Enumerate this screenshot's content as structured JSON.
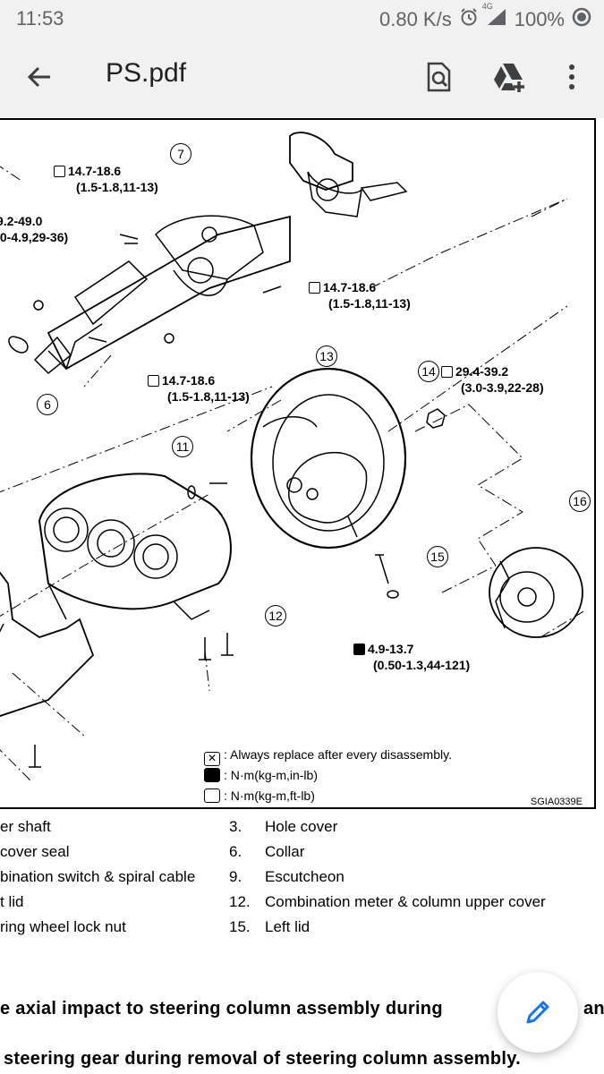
{
  "status": {
    "time": "11:53",
    "network_speed": "0.80 K/s",
    "network_type": "4G",
    "battery": "100%",
    "icons": [
      "alarm-icon",
      "signal-icon",
      "battery-icon"
    ]
  },
  "app_bar": {
    "title": "PS.pdf",
    "actions": [
      "search-document-icon",
      "drive-add-icon",
      "more-vertical-icon"
    ]
  },
  "figure": {
    "torques": [
      {
        "value": "14.7-18.6",
        "sub": "(1.5-1.8,11-13)",
        "kind": "ft-lb"
      },
      {
        "value": "9.2-49.0",
        "sub": ".0-4.9,29-36)",
        "kind": "ft-lb"
      },
      {
        "value": "14.7-18.6",
        "sub": "(1.5-1.8,11-13)",
        "kind": "ft-lb"
      },
      {
        "value": "14.7-18.6",
        "sub": "(1.5-1.8,11-13)",
        "kind": "ft-lb"
      },
      {
        "value": "29.4-39.2",
        "sub": "(3.0-3.9,22-28)",
        "kind": "ft-lb"
      },
      {
        "value": "4.9-13.7",
        "sub": "(0.50-1.3,44-121)",
        "kind": "in-lb"
      }
    ],
    "callouts": [
      "7",
      "6",
      "13",
      "14",
      "11",
      "16",
      "15",
      "12"
    ],
    "legend": [
      {
        "symbol": "replace",
        "text": ": Always replace after every disassembly."
      },
      {
        "symbol": "in-lb",
        "text": ": N·m(kg-m,in-lb)"
      },
      {
        "symbol": "ft-lb",
        "text": ": N·m(kg-m,ft-lb)"
      }
    ],
    "code": "SGIA0339E"
  },
  "parts": {
    "left": [
      "er shaft",
      "cover seal",
      "bination switch & spiral cable",
      "t lid",
      "ring wheel lock nut"
    ],
    "right": [
      {
        "num": "3.",
        "name": "Hole cover"
      },
      {
        "num": "6.",
        "name": "Collar"
      },
      {
        "num": "9.",
        "name": "Escutcheon"
      },
      {
        "num": "12.",
        "name": "Combination meter & column upper cover"
      },
      {
        "num": "15.",
        "name": "Left lid"
      }
    ]
  },
  "caution": {
    "line1": "e axial impact to steering column assembly during",
    "line1_tail": "an",
    "line2": "steering gear during removal of steering column assembly."
  },
  "fab": {
    "icon": "edit-pencil-icon"
  }
}
